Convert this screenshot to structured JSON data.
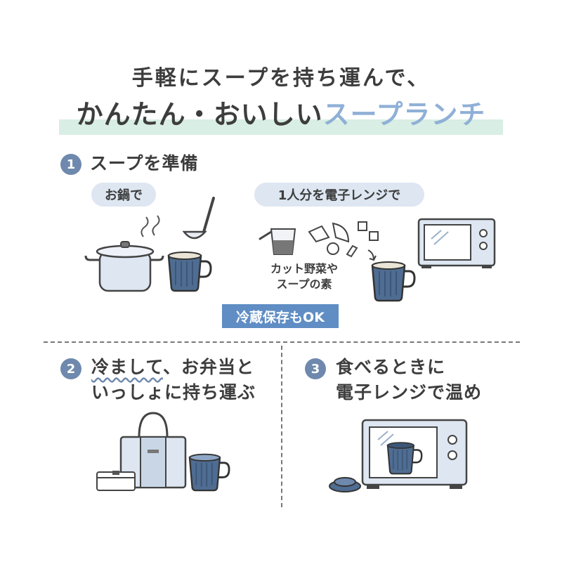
{
  "headline": {
    "line1": "手軽にスープを持ち運んで、",
    "line2_plain": "かんたん・おいしい",
    "line2_accent": "スープランチ"
  },
  "step1": {
    "number": "1",
    "title": "スープを準備",
    "pot_pill": "お鍋で",
    "microwave_pill": "1人分を電子レンジで",
    "ingredient_note_line1": "カット野菜や",
    "ingredient_note_line2": "スープの素",
    "fridge_badge": "冷蔵保存もOK"
  },
  "step2": {
    "number": "2",
    "title_underlined": "冷まして",
    "title_line1_rest": "、お弁当と",
    "title_line2": "いっしょに持ち運ぶ"
  },
  "step3": {
    "number": "3",
    "title_line1": "食べるときに",
    "title_line2": "電子レンジで温め"
  },
  "colors": {
    "accent_blue": "#8fb0d6",
    "badge_blue": "#5f8dc4",
    "number_circle": "#6e89ad",
    "mint_band": "#d9eee4",
    "cup_navy": "#4f6d92"
  }
}
